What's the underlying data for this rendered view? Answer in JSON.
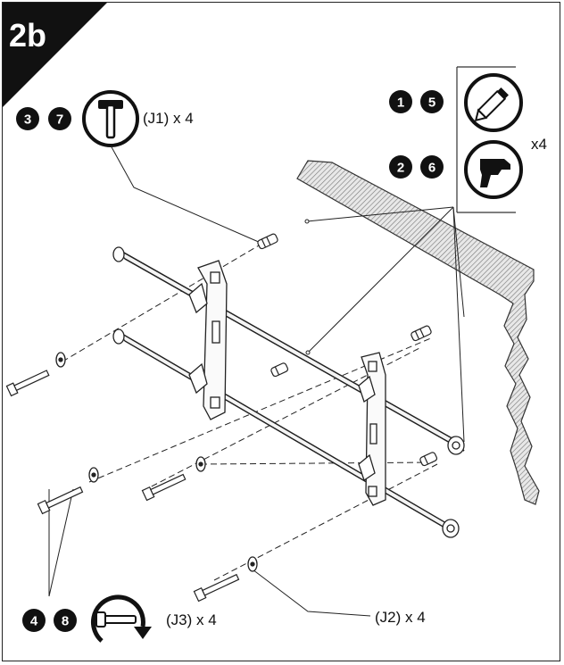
{
  "step": {
    "label": "2b"
  },
  "tools": {
    "hammer": {
      "steps": [
        "3",
        "7"
      ],
      "label": "(J1) x 4"
    },
    "pencil": {
      "steps": [
        "1",
        "5"
      ]
    },
    "drill": {
      "steps": [
        "2",
        "6"
      ]
    },
    "drill_pencil_multiplier": "x4",
    "wrench": {
      "steps": [
        "4",
        "8"
      ],
      "label": "(J3) x 4"
    }
  },
  "parts": {
    "washer_label": "(J2) x 4"
  },
  "icons": [
    "hammer-icon",
    "pencil-icon",
    "drill-icon",
    "wrench-rotate-icon"
  ]
}
